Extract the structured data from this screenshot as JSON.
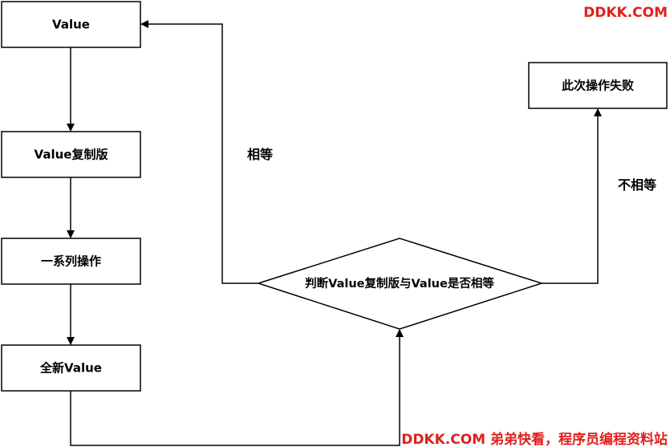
{
  "nodes": {
    "value": "Value",
    "value_copy": "Value复制版",
    "operations": "一系列操作",
    "new_value": "全新Value",
    "decision": "判断Value复制版与Value是否相等",
    "fail": "此次操作失败"
  },
  "edge_labels": {
    "equal": "相等",
    "not_equal": "不相等"
  },
  "watermark": {
    "top_right": "DDKK.COM",
    "bottom": "DDKK.COM 弟弟快看，程序员编程资料站",
    "color": "#e0201b"
  }
}
